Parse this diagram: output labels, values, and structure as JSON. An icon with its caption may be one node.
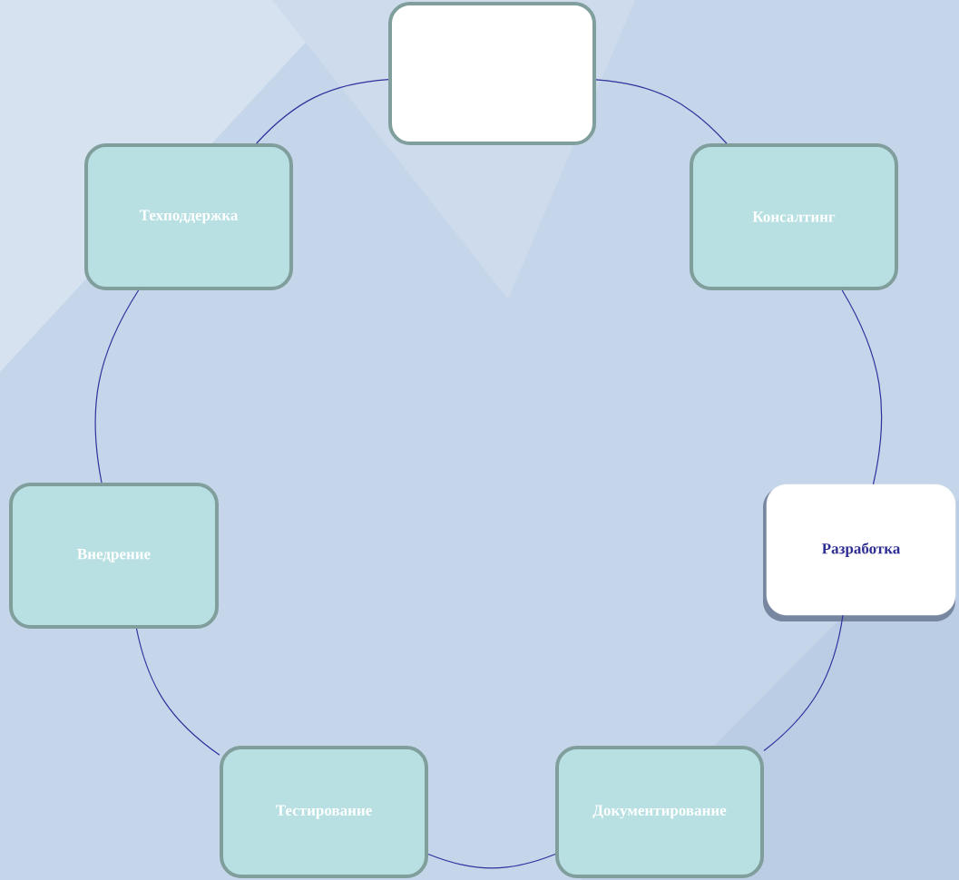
{
  "diagram": {
    "nodes": [
      {
        "text": [],
        "shape": "box"
      },
      {
        "text": [
          "Техподдержка"
        ]
      },
      {
        "text": [
          "Консалтинг"
        ]
      },
      {
        "text": [
          "Внедрение"
        ]
      },
      {
        "text": [
          "Разработка"
        ]
      },
      {
        "text": [
          "Тестирование"
        ]
      },
      {
        "text": [
          "Документирование"
        ]
      }
    ],
    "edges": [
      {
        "from": 0,
        "to": 2,
        "arrow": "none"
      },
      {
        "from": 2,
        "to": 4,
        "arrow": "none"
      },
      {
        "from": 4,
        "to": 6,
        "arrow": "none"
      },
      {
        "from": 6,
        "to": 5,
        "arrow": "none"
      },
      {
        "from": 5,
        "to": 3,
        "arrow": "none"
      },
      {
        "from": 3,
        "to": 1,
        "arrow": "none"
      },
      {
        "from": 1,
        "to": 0,
        "arrow": "none"
      }
    ]
  }
}
